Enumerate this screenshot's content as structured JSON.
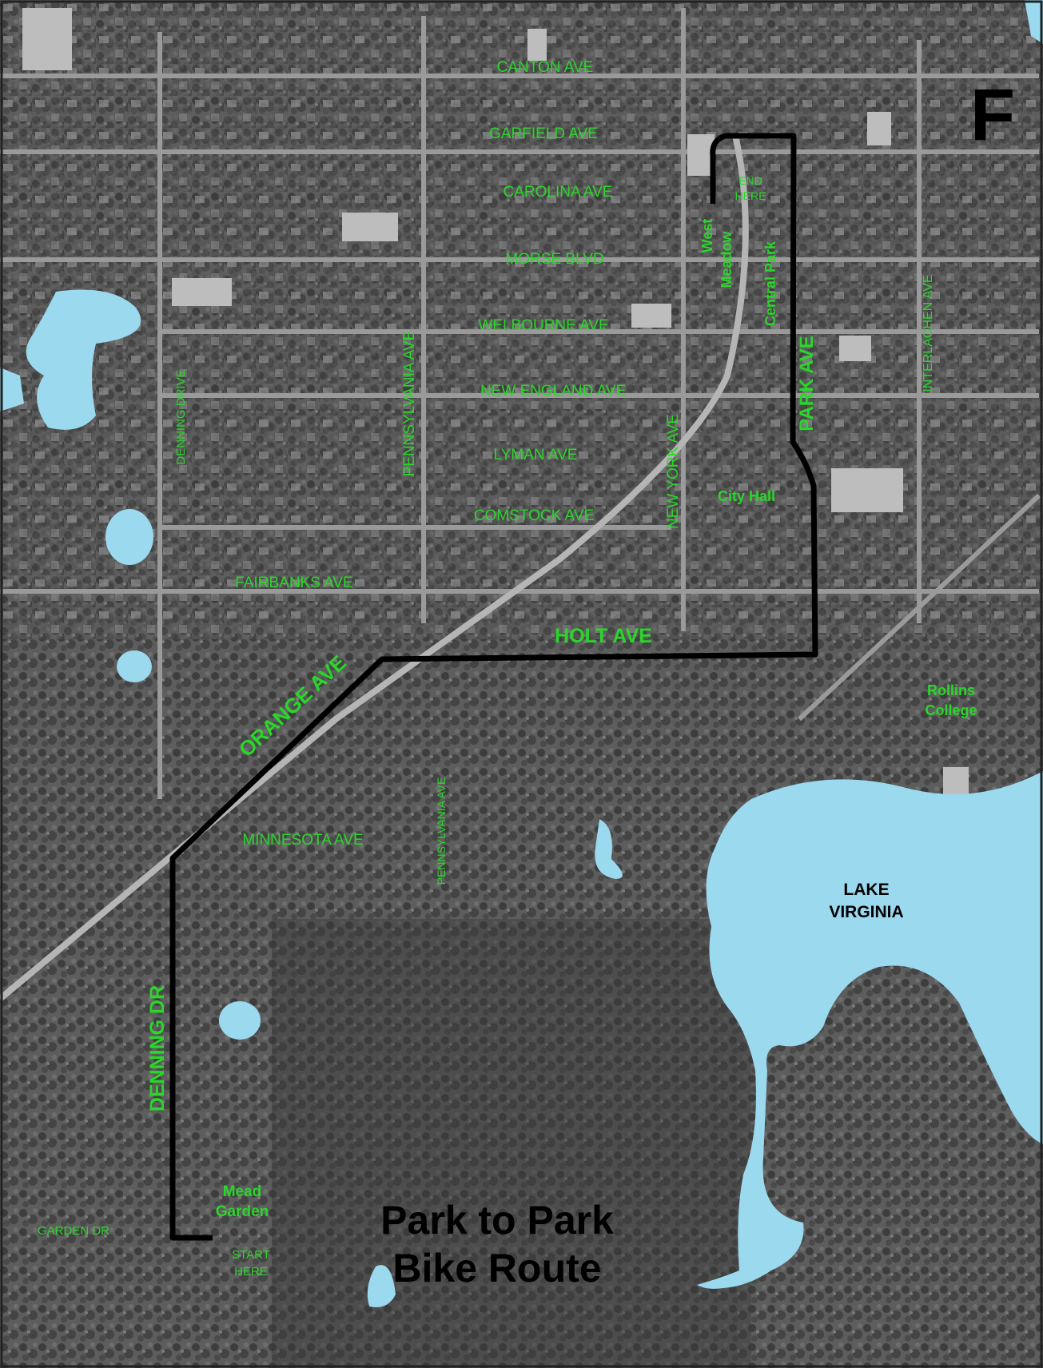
{
  "map": {
    "sheet_letter": "F",
    "title_line1": "Park to Park",
    "title_line2": "Bike Route",
    "start_label_line1": "START",
    "start_label_line2": "HERE",
    "end_label_line1": "END",
    "end_label_line2": "HERE",
    "colors": {
      "aerial": "#5d5d5d",
      "aerial_dark": "#3a3a3a",
      "street": "#9a9a9a",
      "water": "#9bd9ef",
      "label": "#2bd62b",
      "route": "#000000"
    },
    "streets": {
      "canton": "CANTON AVE",
      "garfield": "GARFIELD AVE",
      "carolina": "CAROLINA AVE",
      "morse": "MORSE BLVD",
      "welbourne": "WELBOURNE AVE",
      "new_england": "NEW ENGLAND AVE",
      "lyman": "LYMAN AVE",
      "comstock": "COMSTOCK AVE",
      "fairbanks": "FAIRBANKS AVE",
      "holt": "HOLT AVE",
      "orange": "ORANGE AVE",
      "minnesota": "MINNESOTA AVE",
      "denning_drive": "DENNING DRIVE",
      "denning_dr": "DENNING DR",
      "pennsylvania_north": "PENNSYLVANIA AVE",
      "pennsylvania_south": "PENNSYLVANIA AVE",
      "new_york": "NEW YORK AVE",
      "park": "PARK AVE",
      "interlachen": "INTERLACHEN AVE",
      "garden": "GARDEN DR"
    },
    "places": {
      "west_meadow_1": "West",
      "west_meadow_2": "Meadow",
      "central_park": "Central Park",
      "city_hall": "City Hall",
      "rollins_1": "Rollins",
      "rollins_2": "College",
      "lake_1": "LAKE",
      "lake_2": "VIRGINIA",
      "mead_1": "Mead",
      "mead_2": "Garden"
    }
  }
}
